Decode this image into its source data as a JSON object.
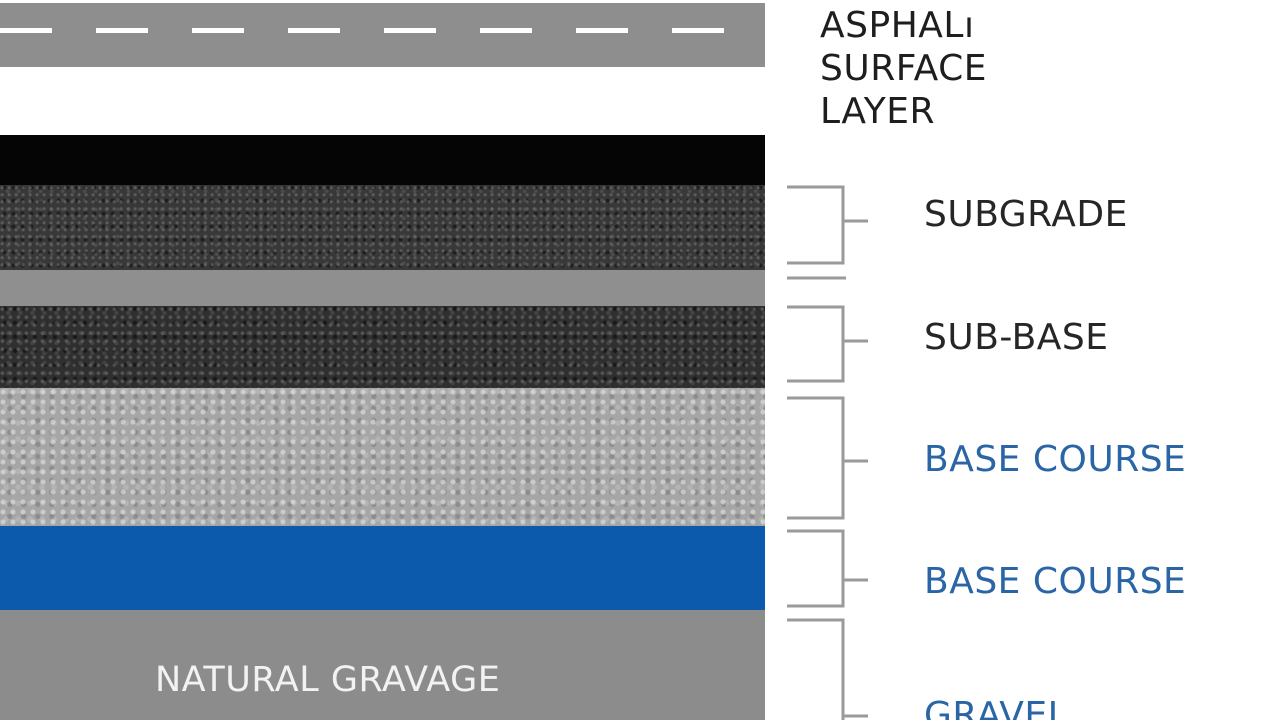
{
  "layers": [
    {
      "id": "road",
      "color": "#8e8e8e"
    },
    {
      "id": "white",
      "color": "#ffffff"
    },
    {
      "id": "black",
      "color": "#050505"
    },
    {
      "id": "subgrade-aggregate",
      "color": "#383838"
    },
    {
      "id": "grey-strip",
      "color": "#8f8f8f"
    },
    {
      "id": "subbase-aggregate",
      "color": "#2f2f2f"
    },
    {
      "id": "base-course-aggregate",
      "color": "#a6a6a6"
    },
    {
      "id": "blue-base-course",
      "color": "#0b5aab"
    },
    {
      "id": "natural-gravage",
      "color": "#8c8c8c"
    }
  ],
  "labels": {
    "asphalt": [
      "ASPHALı",
      "SURFACE",
      "LAYER"
    ],
    "subgrade": "SUBGRADE",
    "subbase": "SUB-BASE",
    "base_course_1": "BASE COURSE",
    "base_course_2": "BASE COURSE",
    "gravel": "GRAVEL",
    "natural_gravage": "NATURAL GRAVAGE"
  },
  "colors": {
    "label_dark": "#262626",
    "label_blue": "#2a65a6",
    "bracket": "#9a9a9a"
  }
}
